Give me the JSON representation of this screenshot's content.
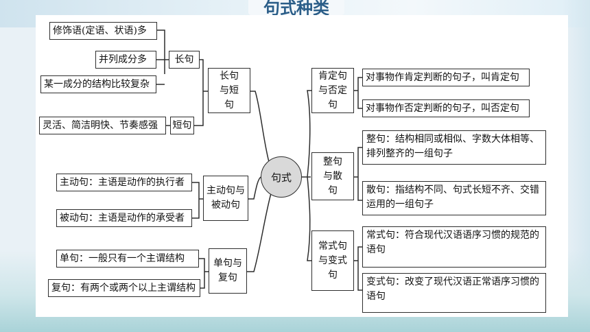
{
  "header": {
    "title": "句式种类"
  },
  "root": {
    "label": "句式"
  },
  "left": {
    "changduan": {
      "label": "长句与短句",
      "long": {
        "label": "长句",
        "items": [
          "修饰语(定语、状语)多",
          "并列成分多",
          "某一成分的结构比较复杂"
        ]
      },
      "short": {
        "label": "短句",
        "items": [
          "灵活、简洁明快、节奏感强"
        ]
      }
    },
    "zhubei": {
      "label": "主动句与被动句",
      "items": [
        "主动句：主语是动作的执行者",
        "被动句：主语是动作的承受者"
      ]
    },
    "danfu": {
      "label": "单句与复句",
      "items": [
        "单句：一般只有一个主谓结构",
        "复句：有两个或两个以上主谓结构"
      ]
    }
  },
  "right": {
    "kenfou": {
      "label": "肯定句与否定句",
      "items": [
        "对事物作肯定判断的句子，叫肯定句",
        "对事物作否定判断的句子，叫否定句"
      ]
    },
    "zhengsan": {
      "label": "整句与散句",
      "items": [
        "整句：结构相同或相似、字数大体相等、排列整齐的一组句子",
        "散句：指结构不同、句式长短不齐、交错运用的一组句子"
      ]
    },
    "changbian": {
      "label": "常式句与变式句",
      "items": [
        "常式句：符合现代汉语语序习惯的规范的语句",
        "变式句：改变了现代汉语正常语序习惯的语句"
      ]
    }
  }
}
